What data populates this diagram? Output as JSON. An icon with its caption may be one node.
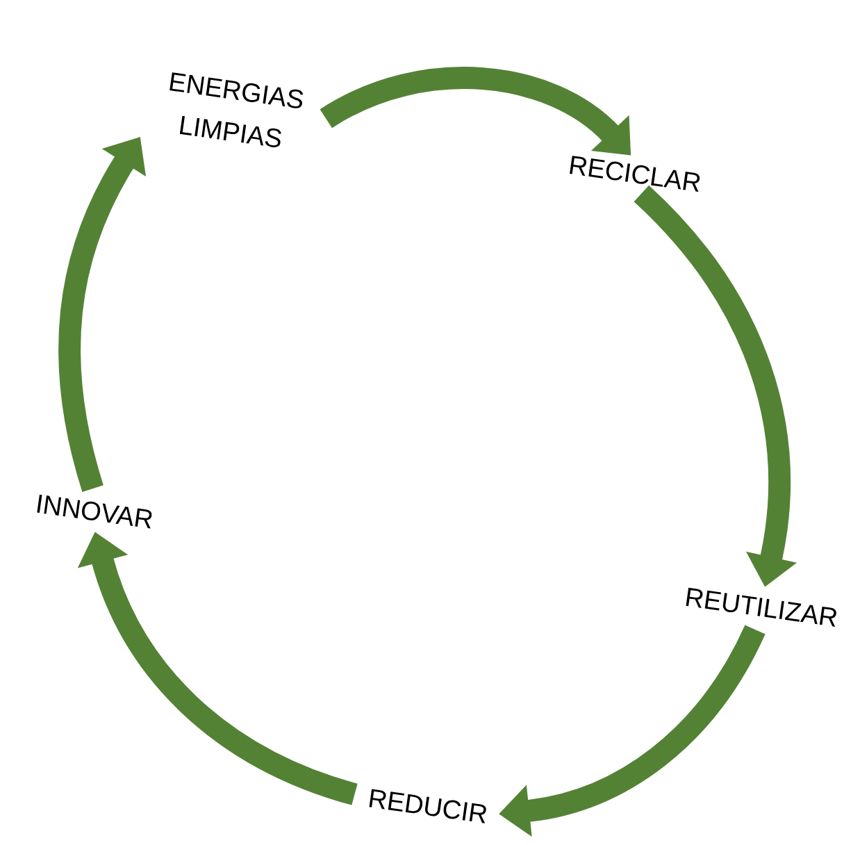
{
  "diagram": {
    "nodes": [
      {
        "text": [
          "ENERGIAS LIMPIAS"
        ]
      },
      {
        "text": [
          "RECICLAR"
        ]
      },
      {
        "text": [
          "REUTILIZAR"
        ]
      },
      {
        "text": [
          "REDUCIR"
        ]
      },
      {
        "text": [
          "INNOVAR"
        ]
      }
    ],
    "edges": [
      {
        "from": 0,
        "to": 1,
        "arrow": "to"
      },
      {
        "from": 1,
        "to": 2,
        "arrow": "to"
      },
      {
        "from": 2,
        "to": 3,
        "arrow": "to"
      },
      {
        "from": 3,
        "to": 4,
        "arrow": "to"
      },
      {
        "from": 4,
        "to": 0,
        "arrow": "to"
      }
    ]
  }
}
